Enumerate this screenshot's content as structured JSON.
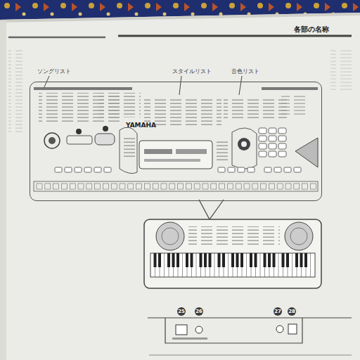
{
  "diagram": {
    "title": "各部の名称",
    "nodes": [
      {
        "text": [
          "YAMAHA"
        ]
      }
    ],
    "labels": [
      "ソングリスト",
      "スタイルリスト",
      "音色リスト",
      "25",
      "26",
      "27",
      "28"
    ]
  }
}
